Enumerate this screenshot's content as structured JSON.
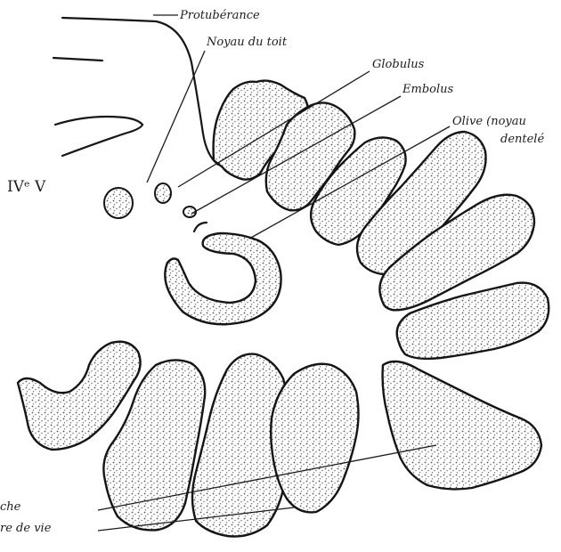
{
  "labels": {
    "protuberance": "Protubérance",
    "noyau_du_toit": "Noyau du toit",
    "globulus": "Globulus",
    "embolus": "Embolus",
    "olive_line1": "Olive (noyau",
    "olive_line2": "dentelé",
    "ventricle": "IVᵉ V",
    "bottom_line1": "che",
    "bottom_line2": "re de vie"
  },
  "colors": {
    "ink": "#161616",
    "stipple": "#6b6b6b",
    "paper": "#ffffff"
  }
}
